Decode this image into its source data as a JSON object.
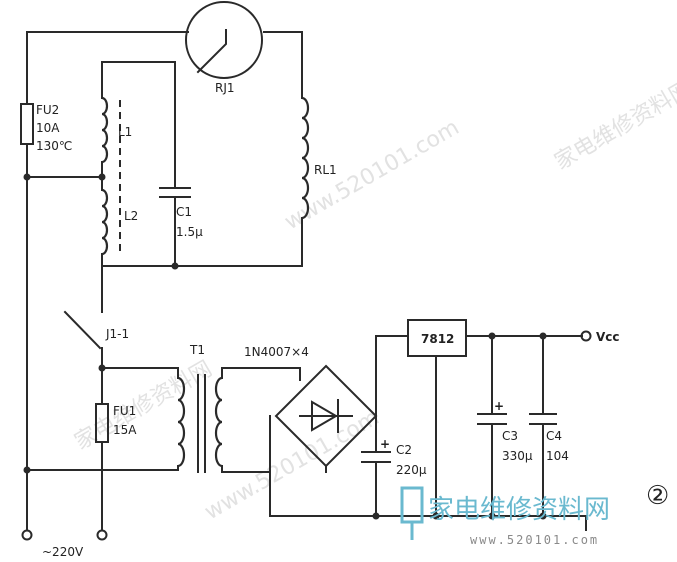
{
  "labels": {
    "fu2_name": "FU2",
    "fu2_current": "10A",
    "fu2_temp": "130℃",
    "rj1": "RJ1",
    "l1": "L1",
    "l2": "L2",
    "c1_name": "C1",
    "c1_value": "1.5μ",
    "rl1": "RL1",
    "j1": "J1-1",
    "t1": "T1",
    "bridge": "1N4007×4",
    "fu1_name": "FU1",
    "fu1_current": "15A",
    "regulator": "7812",
    "vcc": "Vcc",
    "c2_name": "C2",
    "c2_value": "220μ",
    "c3_name": "C3",
    "c3_value": "330μ",
    "c4_name": "C4",
    "c4_value": "104",
    "mains": "~220V",
    "figure_number": "②"
  },
  "watermark": {
    "brand_text": "家电维修资料网",
    "url_text": "www.520101.com",
    "brand_color": "#6ab9cf"
  }
}
